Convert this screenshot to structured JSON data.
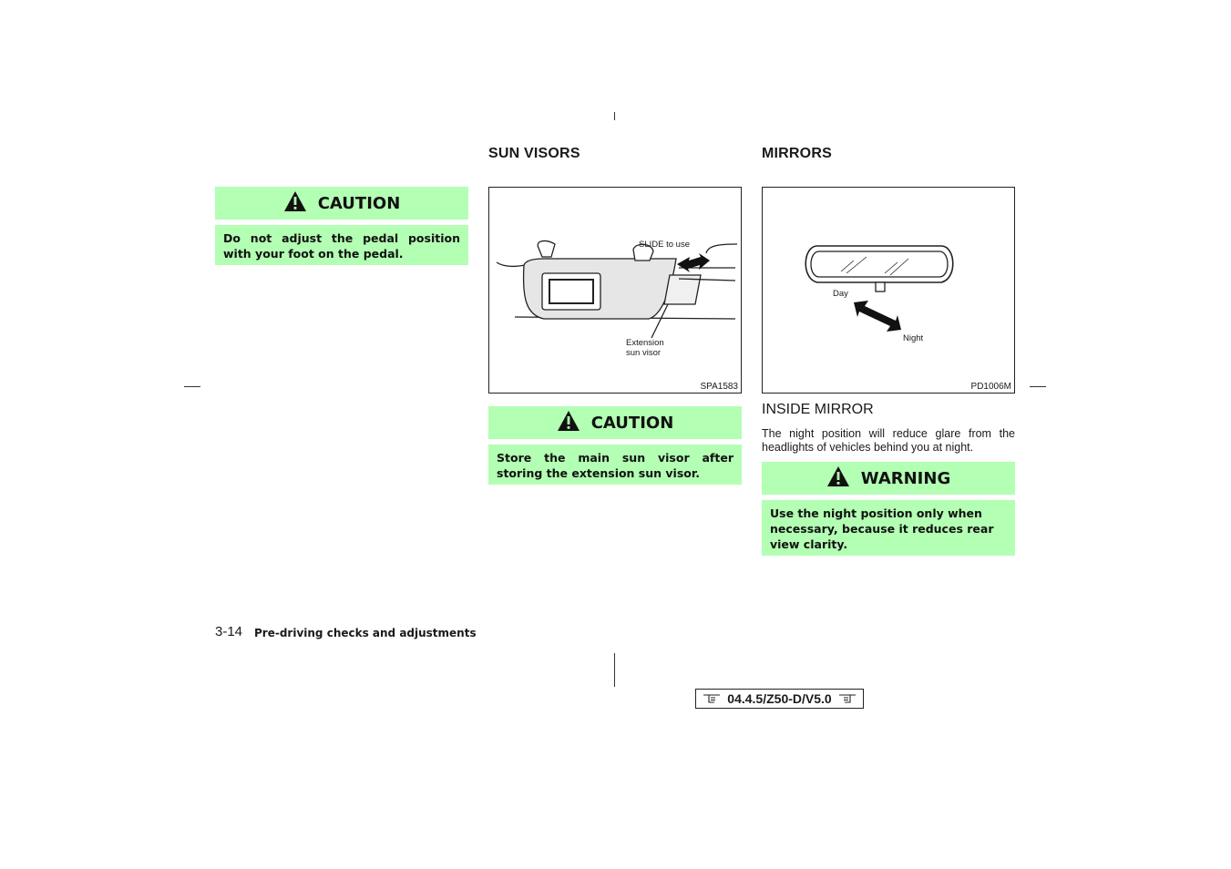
{
  "left": {
    "caution": {
      "title": "CAUTION",
      "body": "Do not adjust the pedal position with your foot on the pedal.",
      "icon": "warning-triangle-icon"
    }
  },
  "middle": {
    "heading": "SUN VISORS",
    "figure": {
      "label_slide": "SLIDE to use",
      "label_extension_1": "Extension",
      "label_extension_2": "sun visor",
      "code": "SPA1583"
    },
    "caution": {
      "title": "CAUTION",
      "body": "Store the main sun visor after storing the extension sun visor.",
      "icon": "warning-triangle-icon"
    }
  },
  "right": {
    "heading": "MIRRORS",
    "figure": {
      "label_day": "Day",
      "label_night": "Night",
      "code": "PD1006M"
    },
    "subheading": "INSIDE MIRROR",
    "paragraph": "The night position will reduce glare from the headlights of vehicles behind you at night.",
    "warning": {
      "title": "WARNING",
      "body": "Use the night position only when necessary, because it reduces rear view clarity.",
      "icon": "warning-triangle-icon"
    }
  },
  "footer": {
    "page_number": "3-14",
    "section": "Pre-driving checks and adjustments",
    "version": "04.4.5/Z50-D/V5.0",
    "version_icons": [
      "pointing-hand-right-icon",
      "pointing-hand-left-icon"
    ]
  },
  "colors": {
    "alert_background": "#b3ffb3",
    "text": "#1a1a1a"
  }
}
